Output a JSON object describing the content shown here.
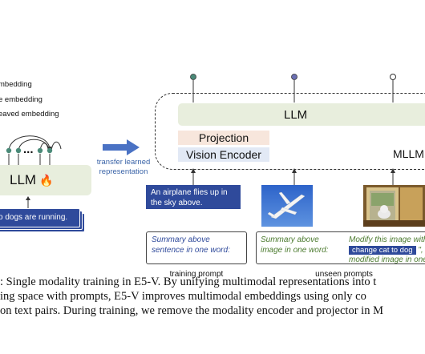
{
  "legend": {
    "item1": "mbedding",
    "item2": "e embedding",
    "item3": "eaved embedding"
  },
  "left_panel": {
    "llm_label": "LLM",
    "fire_emoji": "🔥",
    "dots_label": "...",
    "input_text": "o dogs are running."
  },
  "arrow_label": {
    "line1": "transfer learned",
    "line2": "representation"
  },
  "right_panel": {
    "llm_label": "LLM",
    "projection_label": "Projection",
    "vision_encoder_label": "Vision Encoder",
    "mllm_label": "MLLM",
    "airplane_text": "An airplane flies up in the sky above."
  },
  "prompts": {
    "training": {
      "text": "Summary above sentence in one word:",
      "label": "training prompt"
    },
    "unseen": {
      "image_text": "Summary above image in one word:",
      "modify_prefix": "Modify this image with",
      "modify_highlight": "change cat to dog",
      "modify_suffix": "\", d",
      "modify_line3": "modified image in one w",
      "label": "unseen prompts"
    }
  },
  "caption": {
    "line1": ": Single modality training in E5-V. By unifying multimodal representations into t",
    "line2": "ing space with prompts, E5-V improves multimodal embeddings using only co",
    "line3": "on text pairs. During training, we remove the modality encoder and projector in M"
  },
  "colors": {
    "llm_bg": "#e8eedd",
    "projection_bg": "#f7e6dc",
    "vision_bg": "#e2e9f5",
    "text_box_bg": "#2f4a9b",
    "arrow": "#4a72c4",
    "green_text": "#4b7a2e",
    "node_green": "#4a8a78",
    "node_purple": "#6b6fb2"
  }
}
